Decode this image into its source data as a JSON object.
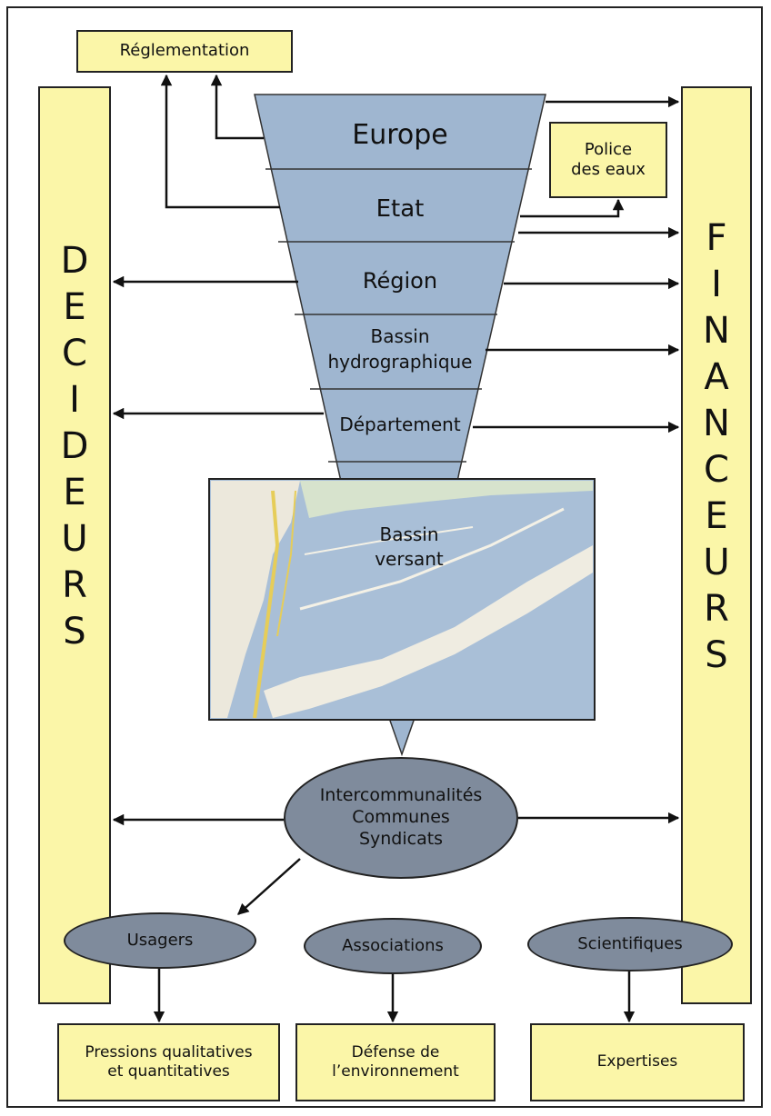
{
  "top": {
    "reglementation": "Réglementation",
    "police": "Police\ndes eaux"
  },
  "left_bar": {
    "letters": [
      "D",
      "E",
      "C",
      "I",
      "D",
      "E",
      "U",
      "R",
      "S"
    ]
  },
  "right_bar": {
    "letters": [
      "F",
      "I",
      "N",
      "A",
      "N",
      "C",
      "E",
      "U",
      "R",
      "S"
    ]
  },
  "funnel": {
    "levels": [
      "Europe",
      "Etat",
      "Région",
      "Bassin\nhydrographique",
      "Département"
    ],
    "fill": "#9fb6d0"
  },
  "map": {
    "label": "Bassin\nversant",
    "water": "#a9bfd7",
    "land": "#ece8dc"
  },
  "center_node": {
    "label": "Intercommunalités\nCommunes\nSyndicats"
  },
  "actors": [
    {
      "label": "Usagers",
      "outcome": "Pressions qualitatives\net quantitatives"
    },
    {
      "label": "Associations",
      "outcome": "Défense de\nl’environnement"
    },
    {
      "label": "Scientifiques",
      "outcome": "Expertises"
    }
  ],
  "colors": {
    "box": "#fbf6a8",
    "ellipse": "#7f8b9c",
    "stroke": "#222222"
  }
}
